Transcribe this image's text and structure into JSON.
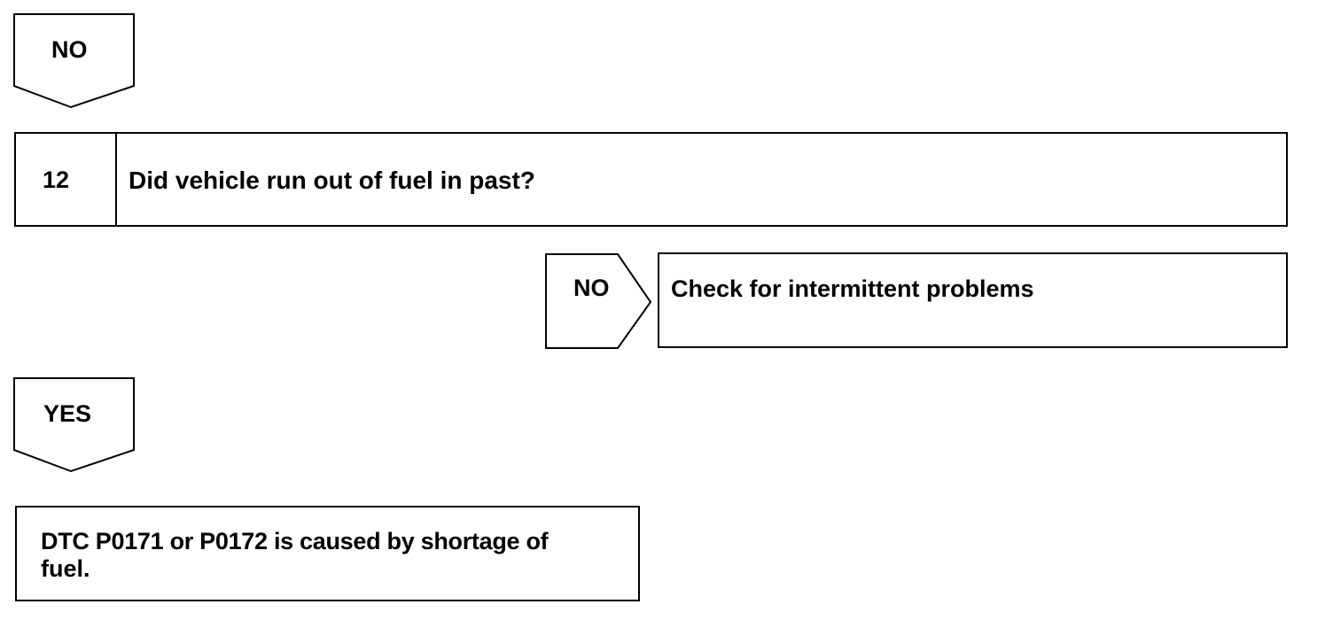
{
  "flow": {
    "top_branch": {
      "label": "NO"
    },
    "step": {
      "number": "12",
      "question": "Did vehicle run out of fuel in past?"
    },
    "no_branch": {
      "label": "NO",
      "result": "Check for intermittent problems"
    },
    "yes_branch": {
      "label": "YES",
      "result_line1": "DTC P0171 or P0172 is caused by shortage of",
      "result_line2": "fuel."
    }
  },
  "colors": {
    "stroke": "#000000",
    "background": "#ffffff"
  }
}
